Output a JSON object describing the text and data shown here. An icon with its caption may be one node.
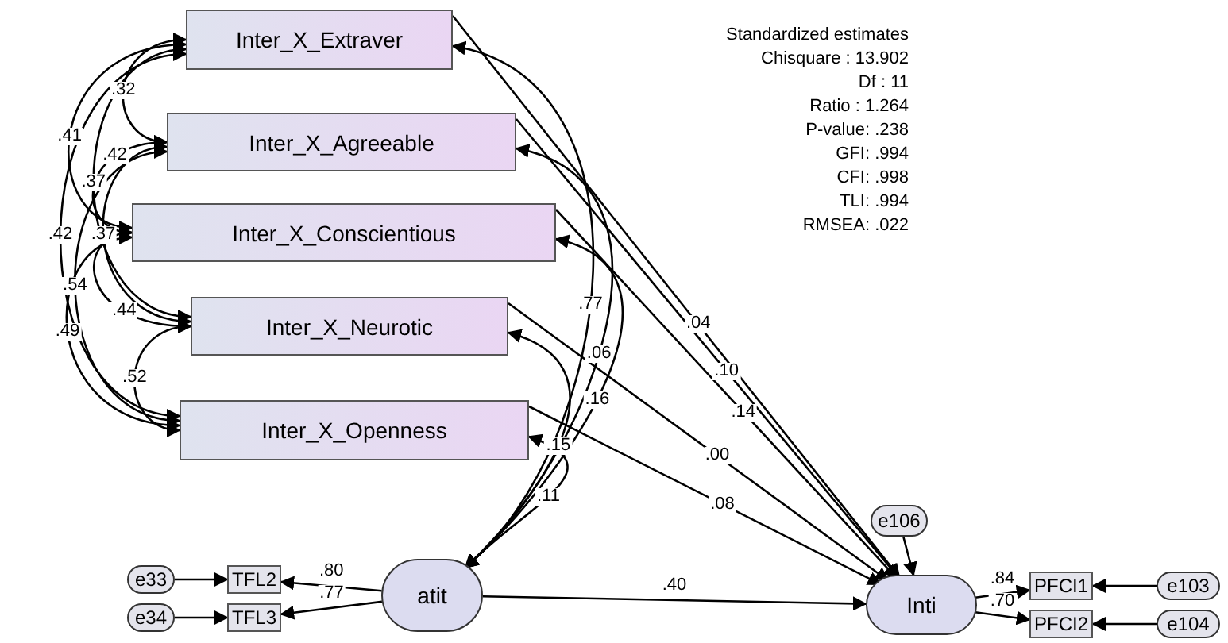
{
  "diagram": {
    "nodes": [
      {
        "text": [
          "Inter_X_Extraver"
        ]
      },
      {
        "text": [
          "Inter_X_Agreeable"
        ]
      },
      {
        "text": [
          "Inter_X_Conscientious"
        ]
      },
      {
        "text": [
          "Inter_X_Neurotic"
        ]
      },
      {
        "text": [
          "Inter_X_Openness"
        ]
      },
      {
        "text": [
          "e33"
        ]
      },
      {
        "text": [
          "e34"
        ]
      },
      {
        "text": [
          "TFL2"
        ]
      },
      {
        "text": [
          "TFL3"
        ]
      },
      {
        "text": [
          "atit"
        ]
      },
      {
        "text": [
          "e106"
        ]
      },
      {
        "text": [
          "Inti"
        ]
      },
      {
        "text": [
          "PFCI1"
        ]
      },
      {
        "text": [
          "PFCI2"
        ]
      },
      {
        "text": [
          "e103"
        ]
      },
      {
        "text": [
          "e104"
        ]
      }
    ],
    "edges": [
      {
        "from": 0,
        "to": 1,
        "arrow": "both",
        "label": ".32"
      },
      {
        "from": 1,
        "to": 2,
        "arrow": "both",
        "label": ".42"
      },
      {
        "from": 2,
        "to": 3,
        "arrow": "both",
        "label": ".44"
      },
      {
        "from": 3,
        "to": 4,
        "arrow": "both",
        "label": ".52"
      },
      {
        "from": 0,
        "to": 2,
        "arrow": "both",
        "label": ".41"
      },
      {
        "from": 1,
        "to": 3,
        "arrow": "both",
        "label": ".37"
      },
      {
        "from": 2,
        "to": 4,
        "arrow": "both",
        "label": ".49"
      },
      {
        "from": 0,
        "to": 3,
        "arrow": "both",
        "label": ".37"
      },
      {
        "from": 1,
        "to": 4,
        "arrow": "both",
        "label": ".54"
      },
      {
        "from": 0,
        "to": 4,
        "arrow": "both",
        "label": ".42"
      },
      {
        "from": 0,
        "to": 9,
        "arrow": "both",
        "label": ".77"
      },
      {
        "from": 1,
        "to": 9,
        "arrow": "both",
        "label": ".06"
      },
      {
        "from": 2,
        "to": 9,
        "arrow": "both",
        "label": ".16"
      },
      {
        "from": 3,
        "to": 9,
        "arrow": "both",
        "label": ".15"
      },
      {
        "from": 4,
        "to": 9,
        "arrow": "both",
        "label": ".11"
      },
      {
        "from": 0,
        "to": 11,
        "arrow": "to",
        "label": ".04"
      },
      {
        "from": 1,
        "to": 11,
        "arrow": "to",
        "label": ".10"
      },
      {
        "from": 2,
        "to": 11,
        "arrow": "to",
        "label": ".14"
      },
      {
        "from": 3,
        "to": 11,
        "arrow": "to",
        "label": ".00"
      },
      {
        "from": 4,
        "to": 11,
        "arrow": "to",
        "label": ".08"
      },
      {
        "from": 9,
        "to": 7,
        "arrow": "to",
        "label": ".80"
      },
      {
        "from": 9,
        "to": 8,
        "arrow": "to",
        "label": ".77"
      },
      {
        "from": 5,
        "to": 7,
        "arrow": "to"
      },
      {
        "from": 6,
        "to": 8,
        "arrow": "to"
      },
      {
        "from": 9,
        "to": 11,
        "arrow": "to",
        "label": ".40"
      },
      {
        "from": 10,
        "to": 11,
        "arrow": "to"
      },
      {
        "from": 11,
        "to": 12,
        "arrow": "to",
        "label": ".84"
      },
      {
        "from": 11,
        "to": 13,
        "arrow": "to",
        "label": ".70"
      },
      {
        "from": 14,
        "to": 12,
        "arrow": "to"
      },
      {
        "from": 15,
        "to": 13,
        "arrow": "to"
      }
    ],
    "labels": [
      "Standardized estimates",
      "Chisquare : 13.902",
      "Df : 11",
      "Ratio : 1.264",
      "P-value: .238",
      "GFI: .994",
      "CFI: .998",
      "TLI: .994",
      "RMSEA: .022"
    ]
  }
}
